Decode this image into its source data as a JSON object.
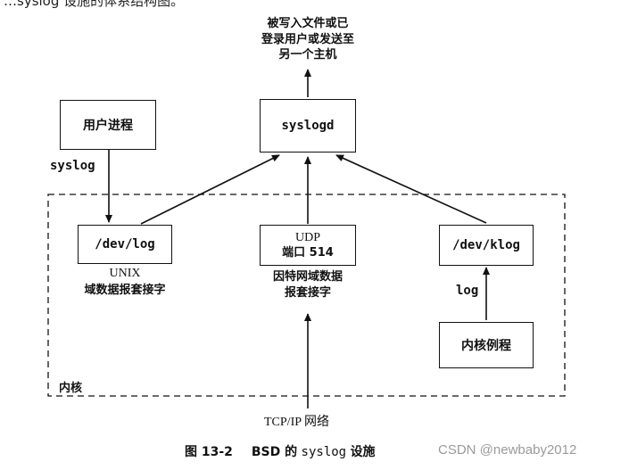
{
  "top_header_partial": "…syslog 设施的体系结构图。",
  "destination_text": [
    "被写入文件或已",
    "登录用户或发送至",
    "另一个主机"
  ],
  "boxes": {
    "user_process": "用户进程",
    "syslogd": "syslogd",
    "dev_log": "/dev/log",
    "udp_port": [
      "UDP",
      "端口 514"
    ],
    "dev_klog": "/dev/klog",
    "kernel_routine": "内核例程"
  },
  "labels": {
    "syslog_call": "syslog",
    "log_call": "log",
    "unix_socket": [
      "UNIX",
      "域数据报套接字"
    ],
    "inet_socket": [
      "因特网域数据",
      "报套接字"
    ],
    "kernel": "内核",
    "network": "TCP/IP 网络"
  },
  "caption": {
    "figure": "图 13-2",
    "text_pre": "BSD 的",
    "text_code": "syslog",
    "text_post": "设施"
  },
  "watermark": "CSDN @newbaby2012"
}
